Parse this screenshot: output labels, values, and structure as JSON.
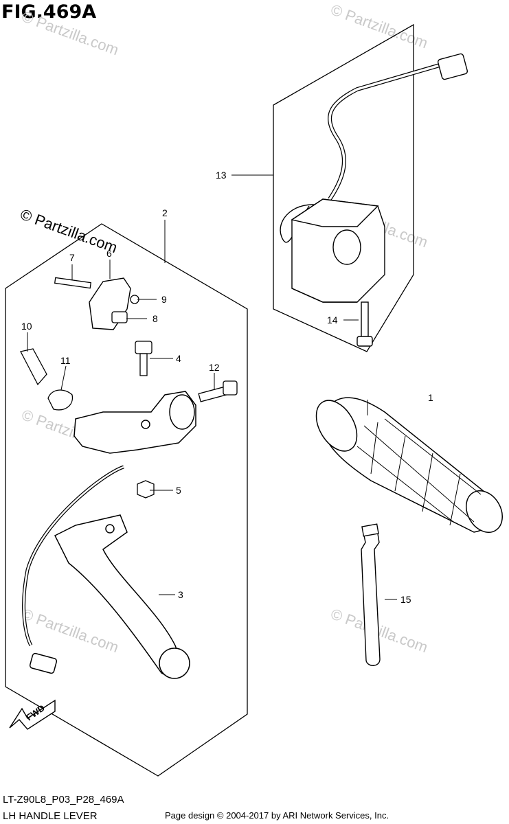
{
  "header": {
    "figure_title": "FIG.469A"
  },
  "watermark": {
    "text": "© Partzilla.com"
  },
  "callouts": [
    "1",
    "2",
    "3",
    "4",
    "5",
    "6",
    "7",
    "8",
    "9",
    "10",
    "11",
    "12",
    "13",
    "14",
    "15"
  ],
  "fwd_label": "FWD",
  "footer": {
    "diagram_code": "LT-Z90L8_P03_P28_469A",
    "section_name": "LH HANDLE LEVER",
    "copyright": "Page design © 2004-2017 by ARI Network Services, Inc."
  }
}
